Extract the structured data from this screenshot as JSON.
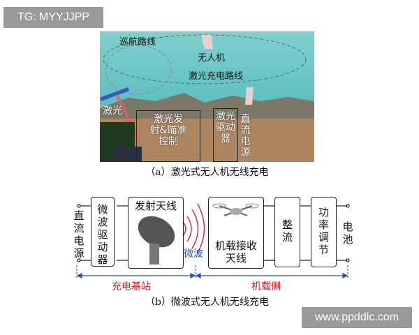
{
  "watermarks": {
    "top_left": "TG: MYYJJPP",
    "bottom_right": "www.ppddlc.com"
  },
  "panel_a": {
    "cruise_route": "巡航路线",
    "uav": "无人机",
    "laser_charge_route": "激光充电路线",
    "laser": "激光",
    "box_emit": "激光发射&瞄准控制",
    "box_driver": "激光驱动器",
    "dc_source": "直流电源",
    "caption": "（a）激光式无人机无线充电"
  },
  "panel_b": {
    "dc_source": "直流电源",
    "microwave_driver": "微波驱动器",
    "tx_antenna": "发射天线",
    "microwave": "微波",
    "rx_antenna": "机载接收天线",
    "rectifier": "整流",
    "power_regulation": "功率调节",
    "battery": "电池",
    "base_station": "充电基站",
    "onboard_side": "机载侧",
    "caption": "（b）微波式无人机无线充电",
    "colors": {
      "label_red": "#d0202a",
      "label_blue": "#2a52c8"
    }
  }
}
